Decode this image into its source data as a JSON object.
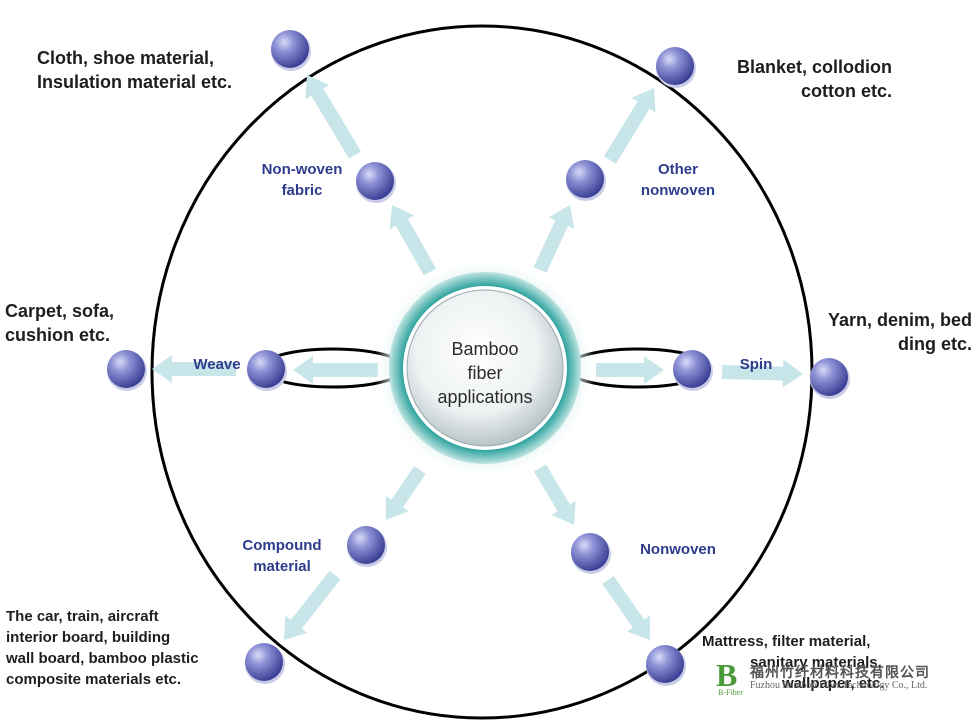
{
  "center": {
    "lines": [
      "Bamboo",
      "fiber",
      "applications"
    ]
  },
  "inner_nodes": [
    {
      "key": "non-woven-fabric",
      "lines": [
        "Non-woven",
        "fabric"
      ]
    },
    {
      "key": "other-nonwoven",
      "lines": [
        "Other",
        "nonwoven"
      ]
    },
    {
      "key": "weave",
      "lines": [
        "Weave"
      ]
    },
    {
      "key": "spin",
      "lines": [
        "Spin"
      ]
    },
    {
      "key": "compound-material",
      "lines": [
        "Compound",
        "material"
      ]
    },
    {
      "key": "nonwoven",
      "lines": [
        "Nonwoven"
      ]
    }
  ],
  "outer_nodes": [
    {
      "key": "cloth",
      "lines": [
        "Cloth, shoe material,",
        "Insulation material etc."
      ]
    },
    {
      "key": "blanket",
      "lines": [
        "Blanket, collodion",
        "cotton etc."
      ]
    },
    {
      "key": "carpet",
      "lines": [
        "Carpet, sofa,",
        "cushion etc."
      ]
    },
    {
      "key": "yarn",
      "lines": [
        "Yarn, denim, bed",
        "ding etc."
      ]
    },
    {
      "key": "car",
      "lines": [
        "The car, train, aircraft",
        "interior board, building",
        "wall board, bamboo plastic",
        "composite materials etc."
      ]
    },
    {
      "key": "mattress",
      "lines": [
        "Mattress, filter material,",
        "sanitary materials,",
        "wallpaper, etc."
      ]
    }
  ],
  "logo": {
    "mark": "B",
    "mark_sub": "B-Fiber",
    "chinese_name": "福州竹纤材料科技有限公司",
    "english_name": "Fuzhou Bamboo Fiber Technology Co., Ltd."
  },
  "colors": {
    "node_fill": "#6a6fc0",
    "arrow": "#c8e6ea",
    "ring": "#1e8a86",
    "inner_text": "#2e3c8c",
    "outer_text": "#1e1e1e"
  }
}
